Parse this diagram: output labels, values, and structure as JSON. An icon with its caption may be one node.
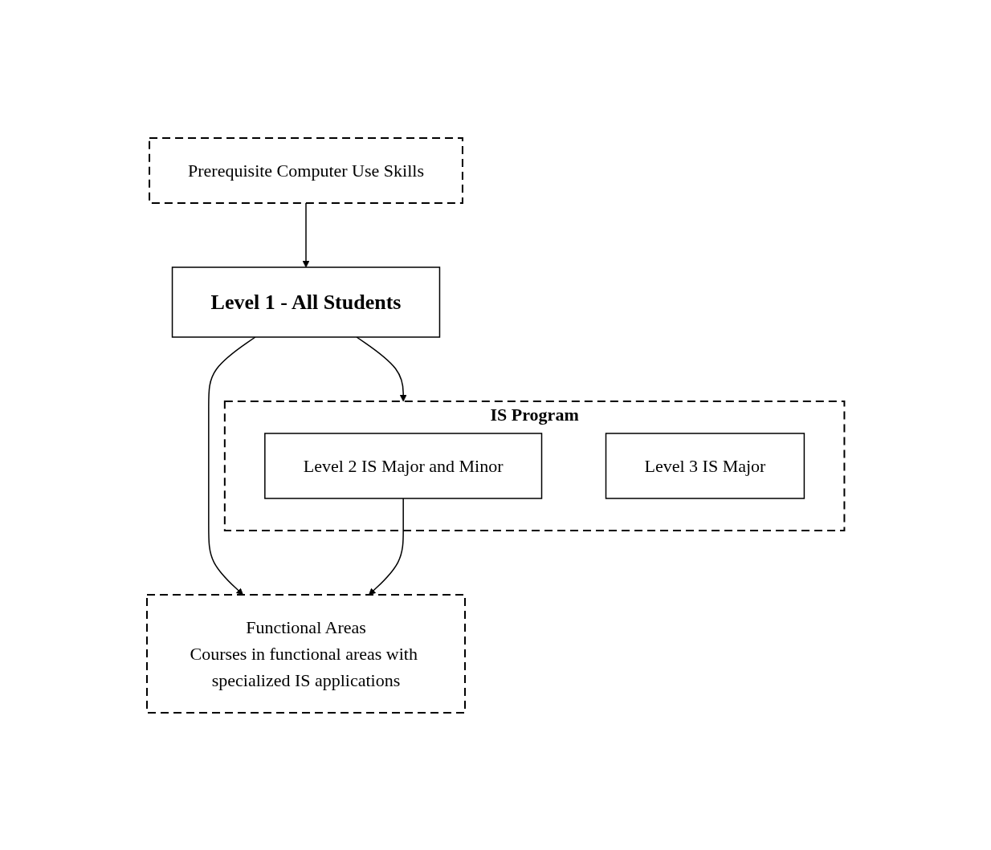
{
  "diagram": {
    "nodes": [
      {
        "text": [
          "Prerequisite Computer Use Skills"
        ]
      },
      {
        "text": [
          "Level 1 - All Students"
        ]
      },
      {
        "text": [
          "IS Program"
        ]
      },
      {
        "text": [
          "Level 2 IS Major and Minor"
        ],
        "in": 2
      },
      {
        "text": [
          "Level 3 IS Major"
        ],
        "in": 2
      },
      {
        "text": [
          "Functional Areas",
          "Courses in functional areas with specialized IS applications"
        ]
      }
    ],
    "edges": [
      {
        "from": 0,
        "to": 1,
        "arrow": "to"
      },
      {
        "from": 1,
        "to": 2,
        "arrow": "to"
      },
      {
        "from": 1,
        "to": 5,
        "arrow": "to"
      },
      {
        "from": 3,
        "to": 5,
        "arrow": "to"
      }
    ]
  }
}
